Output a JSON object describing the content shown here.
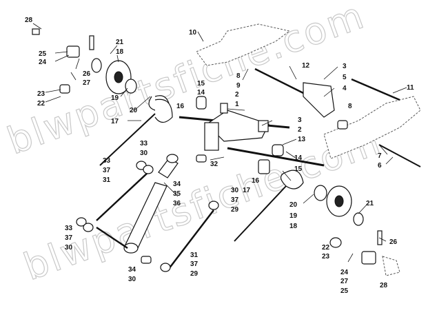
{
  "watermark": "blwpartsfiche.com",
  "callouts": {
    "c28a": "28",
    "c25a": "25",
    "c24a": "24",
    "c26a": "26",
    "c27a": "27",
    "c23a": "23",
    "c22a": "22",
    "c21a": "21",
    "c18a": "18",
    "c19a": "19",
    "c20a": "20",
    "c17a": "17",
    "c10": "10",
    "c8a": "8",
    "c9": "9",
    "c12": "12",
    "c3a": "3",
    "c5": "5",
    "c4": "4",
    "c8b": "8",
    "c11": "11",
    "c15a": "15",
    "c14a": "14",
    "c2a": "2",
    "c1": "1",
    "c16a": "16",
    "c3b": "3",
    "c2b": "2",
    "c13": "13",
    "c33a": "33",
    "c30a": "30",
    "c32": "32",
    "c14b": "14",
    "c15b": "15",
    "c7": "7",
    "c6": "6",
    "c33b": "33",
    "c37a": "37",
    "c31a": "31",
    "c34a": "34",
    "c35": "35",
    "c36": "36",
    "c16b": "16",
    "c17b": "17",
    "c30b": "30",
    "c37b": "37",
    "c29a": "29",
    "c20b": "20",
    "c19b": "19",
    "c18b": "18",
    "c21b": "21",
    "c33c": "33",
    "c37c": "37",
    "c30c": "30",
    "c26b": "26",
    "c22b": "22",
    "c23b": "23",
    "c31b": "31",
    "c37d": "37",
    "c29b": "29",
    "c34b": "34",
    "c30d": "30",
    "c24b": "24",
    "c27b": "27",
    "c25b": "25",
    "c28b": "28"
  }
}
